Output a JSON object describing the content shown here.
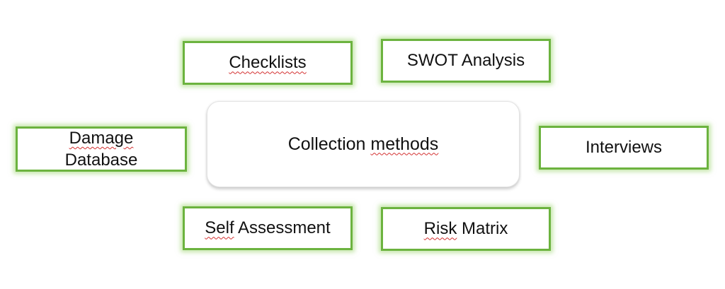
{
  "diagram": {
    "center": {
      "label_part1": "Collection ",
      "label_part2": "methods"
    },
    "nodes": {
      "checklists": "Checklists",
      "swot_analysis": "SWOT Analysis",
      "damage_database_line1": "Damage",
      "damage_database_line2": "Database",
      "interviews": "Interviews",
      "self_assessment_part1": "Self",
      "self_assessment_part2": " Assessment",
      "risk_matrix_part1": "Risk",
      "risk_matrix_part2": " Matrix"
    },
    "colors": {
      "node_border": "#6cb33f",
      "node_glow": "#96d264",
      "spellcheck_underline": "#d32f2f"
    }
  }
}
